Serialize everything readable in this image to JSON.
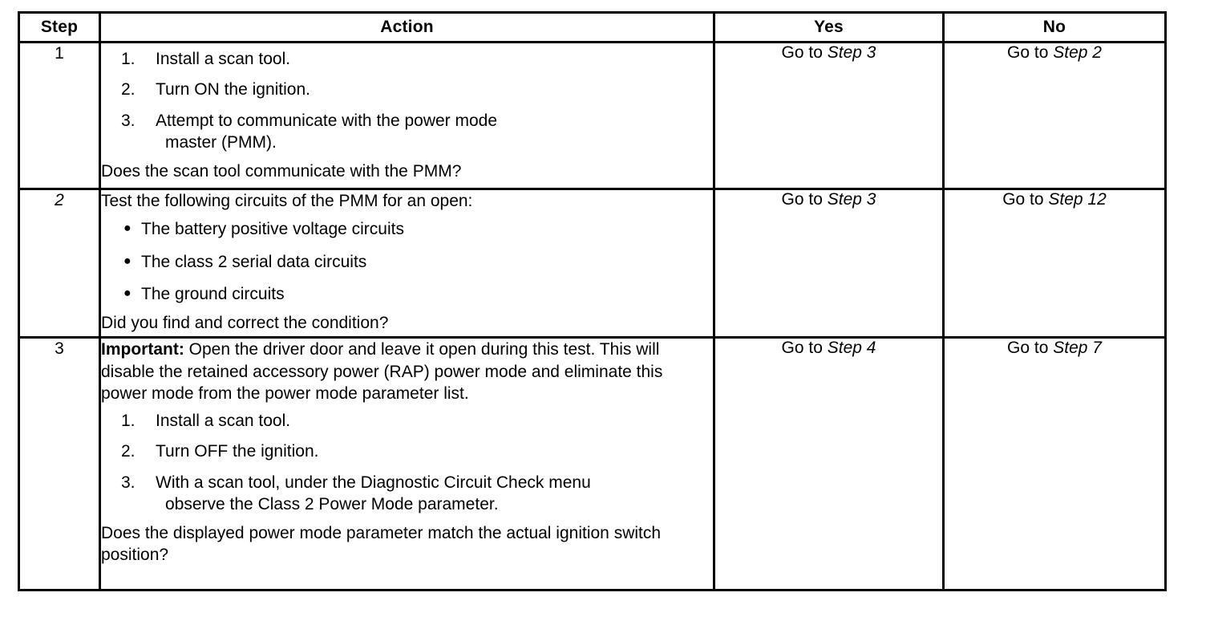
{
  "table": {
    "headers": {
      "step": "Step",
      "action": "Action",
      "yes": "Yes",
      "no": "No"
    },
    "rows": [
      {
        "step": "1",
        "step_italic": false,
        "items": [
          {
            "marker": "1.",
            "text": "Install a scan tool.",
            "cont": ""
          },
          {
            "marker": "2.",
            "text": "Turn ON the ignition.",
            "cont": ""
          },
          {
            "marker": "3.",
            "text": "Attempt to communicate with the power mode",
            "cont": "master (PMM)."
          }
        ],
        "question": "Does the scan tool communicate with the PMM?",
        "yes_prefix": "Go to ",
        "yes_ref": "Step 3",
        "no_prefix": "Go to ",
        "no_ref": "Step 2"
      },
      {
        "step": "2",
        "step_italic": true,
        "lead": "Test the following circuits of the PMM for an open:",
        "bullets": [
          "The battery positive voltage circuits",
          "The class 2 serial data circuits",
          "The ground circuits"
        ],
        "question": "Did you find and correct the condition?",
        "yes_prefix": "Go to ",
        "yes_ref": "Step 3",
        "no_prefix": "Go to ",
        "no_ref": "Step 12"
      },
      {
        "step": "3",
        "step_italic": false,
        "important_label": "Important:",
        "important_text": " Open the driver door and leave it open during this test. This will disable the retained accessory power (RAP) power mode and eliminate this power mode from the power mode parameter list.",
        "items": [
          {
            "marker": "1.",
            "text": "Install a scan tool.",
            "cont": ""
          },
          {
            "marker": "2.",
            "text": "Turn OFF the ignition.",
            "cont": ""
          },
          {
            "marker": "3.",
            "text": "With a scan tool, under the Diagnostic Circuit Check menu",
            "cont": "observe the Class 2 Power Mode parameter."
          }
        ],
        "question": "Does the displayed power mode parameter match the actual ignition switch position?",
        "yes_prefix": "Go to ",
        "yes_ref": "Step 4",
        "no_prefix": "Go to ",
        "no_ref": "Step 7"
      }
    ]
  },
  "colors": {
    "ink": "#000000",
    "paper": "#ffffff"
  }
}
